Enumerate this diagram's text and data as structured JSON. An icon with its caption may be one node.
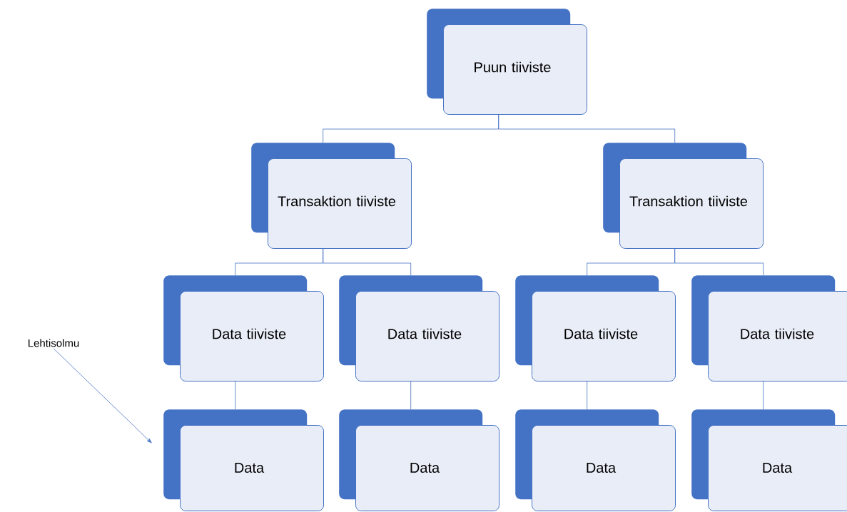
{
  "diagram": {
    "nodes": [
      {
        "text": [
          "Puun tiiviste"
        ]
      },
      {
        "text": [
          "Transaktion tiiviste"
        ]
      },
      {
        "text": [
          "Transaktion tiiviste"
        ]
      },
      {
        "text": [
          "Data tiiviste"
        ]
      },
      {
        "text": [
          "Data tiiviste"
        ]
      },
      {
        "text": [
          "Data tiiviste"
        ]
      },
      {
        "text": [
          "Data tiiviste"
        ]
      },
      {
        "text": [
          "Data"
        ]
      },
      {
        "text": [
          "Data"
        ]
      },
      {
        "text": [
          "Data"
        ]
      },
      {
        "text": [
          "Data"
        ]
      },
      {
        "text": [
          "Lehtisolmu"
        ]
      }
    ],
    "edges": [
      {
        "from": 0,
        "to": 1,
        "arrow": "none"
      },
      {
        "from": 0,
        "to": 2,
        "arrow": "none"
      },
      {
        "from": 1,
        "to": 3,
        "arrow": "none"
      },
      {
        "from": 1,
        "to": 4,
        "arrow": "none"
      },
      {
        "from": 2,
        "to": 5,
        "arrow": "none"
      },
      {
        "from": 2,
        "to": 6,
        "arrow": "none"
      },
      {
        "from": 3,
        "to": 7,
        "arrow": "none"
      },
      {
        "from": 4,
        "to": 8,
        "arrow": "none"
      },
      {
        "from": 5,
        "to": 9,
        "arrow": "none"
      },
      {
        "from": 6,
        "to": 10,
        "arrow": "none"
      },
      {
        "from": 11,
        "to": 7,
        "arrow": "to"
      }
    ]
  }
}
